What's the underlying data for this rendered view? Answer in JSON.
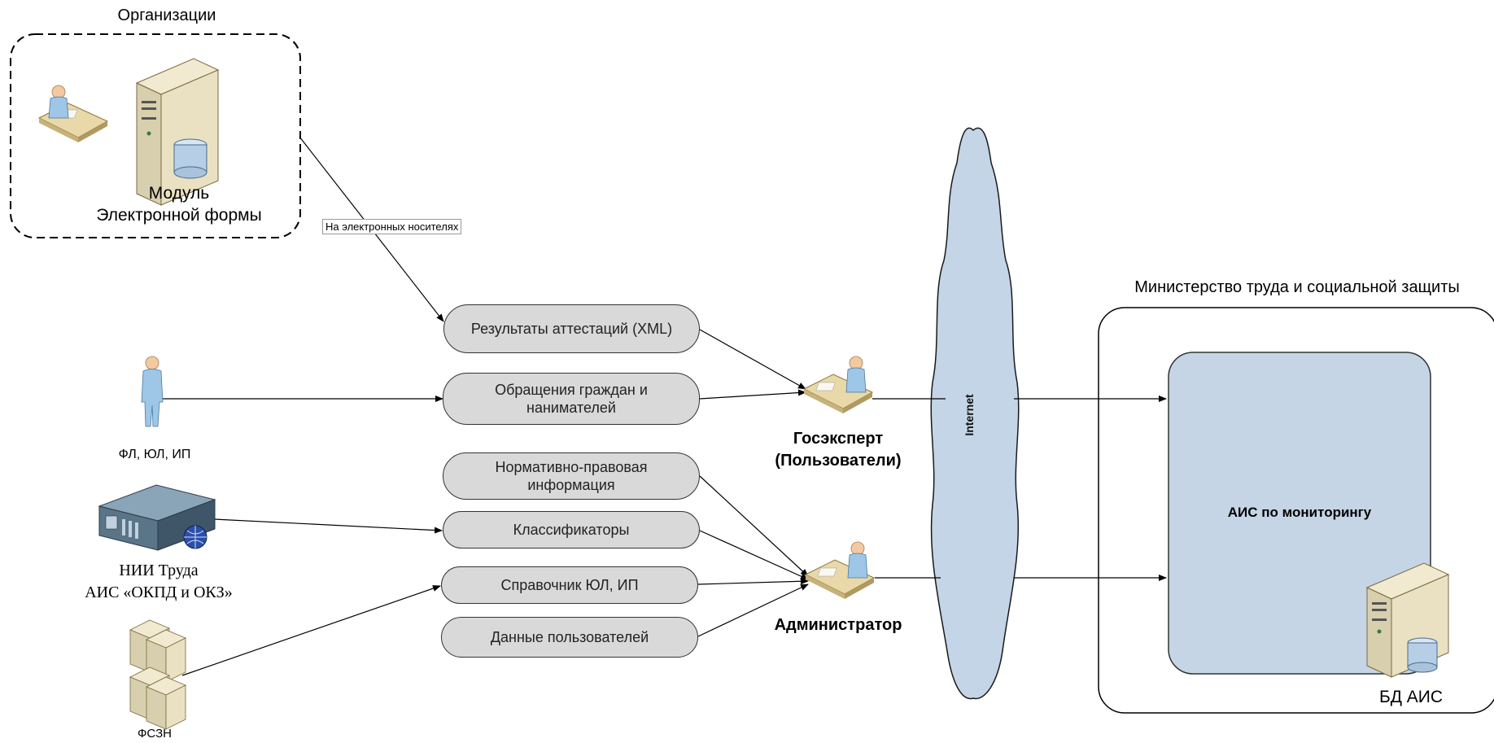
{
  "organizations": {
    "title": "Организации",
    "module_label_line1": "Модуль",
    "module_label_line2": "Электронной формы"
  },
  "ministry": {
    "title": "Министерство труда и социальной защиты",
    "ais_label": "АИС по мониторингу",
    "db_label": "БД АИС"
  },
  "edge_note": "На электронных носителях",
  "pills": {
    "attest_results": "Результаты аттестаций (XML)",
    "appeals_line1": "Обращения граждан и",
    "appeals_line2": "нанимателей",
    "normative_line1": "Нормативно-правовая",
    "normative_line2": "информация",
    "classifiers": "Классификаторы",
    "directory": "Справочник ЮЛ, ИП",
    "user_data": "Данные пользователей"
  },
  "actors": {
    "citizens": "ФЛ, ЮЛ, ИП",
    "nii_line1": "НИИ Труда",
    "nii_line2": "АИС «ОКПД и ОКЗ»",
    "fszn": "ФСЗН",
    "gosexpert_line1": "Госэксперт",
    "gosexpert_line2": "(Пользователи)",
    "admin": "Администратор"
  },
  "network": {
    "internet_label": "Internet"
  },
  "colors": {
    "pill_fill": "#d9d9d9",
    "cloud_fill": "#c3d5e6",
    "ais_fill": "#c5d5e5",
    "line": "#000000"
  }
}
